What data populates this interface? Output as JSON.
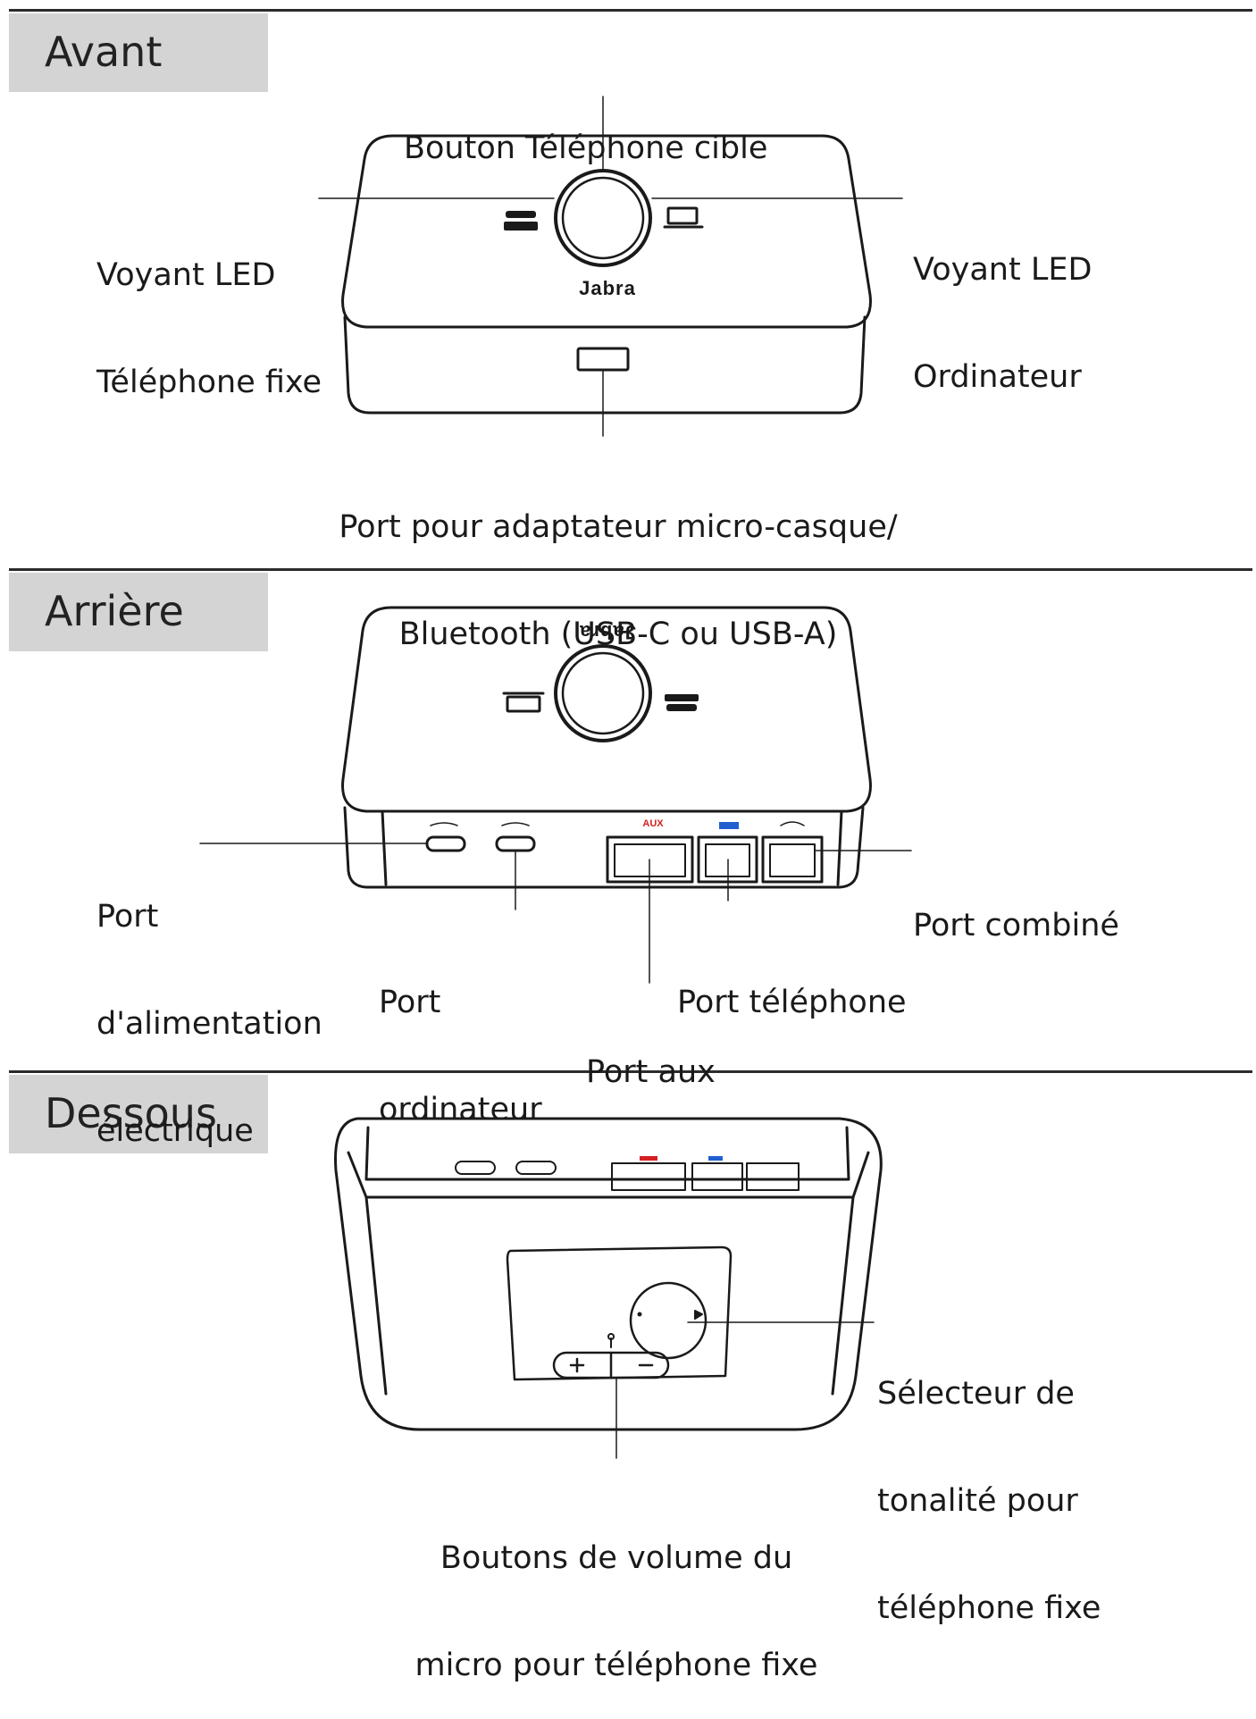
{
  "sections": {
    "front": {
      "title": "Avant"
    },
    "back": {
      "title": "Arrière"
    },
    "bottom": {
      "title": "Dessous"
    }
  },
  "front_labels": {
    "target_button": "Bouton Téléphone cible",
    "desk_led_line1": "Voyant LED",
    "desk_led_line2": "Téléphone fixe",
    "pc_led_line1": "Voyant LED",
    "pc_led_line2": "Ordinateur",
    "adapter_port_line1": "Port pour adaptateur micro-casque/",
    "adapter_port_line2": "Bluetooth (USB-C ou USB-A)",
    "brand": "Jabra"
  },
  "back_labels": {
    "power_port_line1": "Port",
    "power_port_line2": "d'alimentation",
    "power_port_line3": "électrique",
    "pc_port_line1": "Port",
    "pc_port_line2": "ordinateur",
    "aux_port": "Port aux",
    "phone_port": "Port téléphone",
    "handset_port": "Port combiné",
    "aux_marking": "AUX"
  },
  "bottom_labels": {
    "tone_selector_line1": "Sélecteur de",
    "tone_selector_line2": "tonalité pour",
    "tone_selector_line3": "téléphone fixe",
    "volume_line1": "Boutons de volume du",
    "volume_line2": "micro pour téléphone fixe"
  },
  "colors": {
    "aux_marking": "#d42020",
    "phone_marking": "#1f5fd0",
    "tab_background": "#d4d4d4"
  }
}
